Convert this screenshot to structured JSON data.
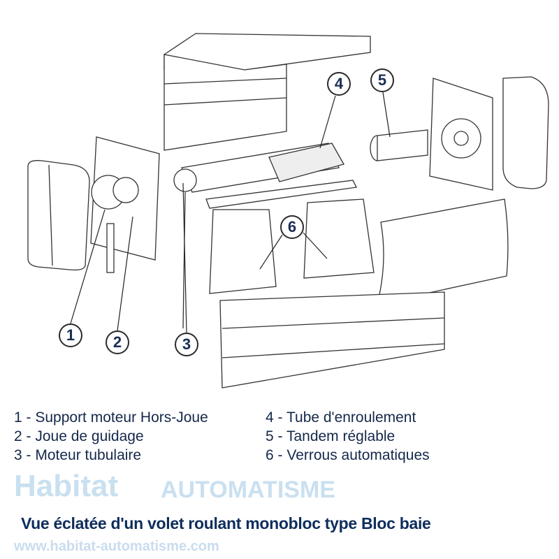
{
  "watermark": {
    "brand": "Habitat",
    "sub": "AUTOMATISME",
    "url": "www.habitat-automatisme.com"
  },
  "callouts": [
    "1",
    "2",
    "3",
    "4",
    "5",
    "6"
  ],
  "legend": {
    "left": [
      "1 - Support moteur Hors-Joue",
      "2 - Joue de guidage",
      "3 - Moteur tubulaire"
    ],
    "right": [
      "4 - Tube d'enroulement",
      "5 - Tandem réglable",
      "6 - Verrous automatiques"
    ]
  },
  "title": "Vue éclatée d'un volet roulant monobloc type Bloc baie"
}
